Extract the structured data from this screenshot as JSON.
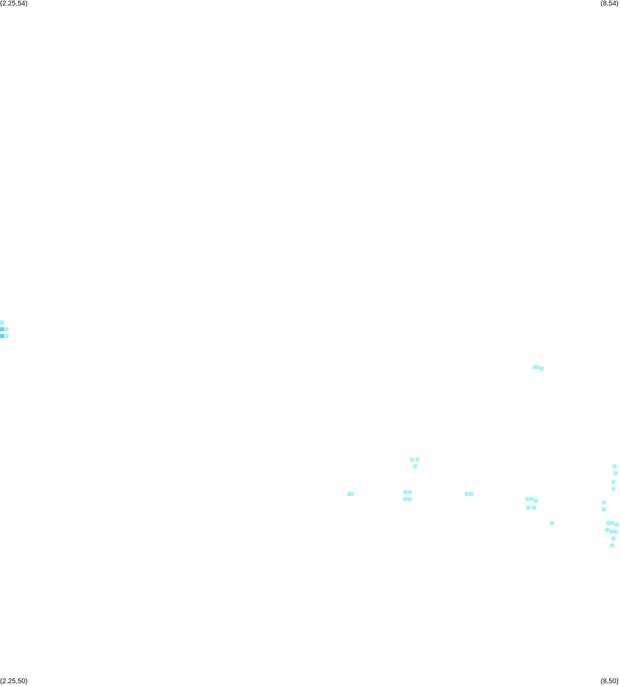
{
  "corners": {
    "top_left": "(2.25,54)",
    "top_right": "(8,54)",
    "bottom_left": "(2.25,50)",
    "bottom_right": "(8,50)"
  },
  "colors": {
    "cell_light": "#a6f3fb",
    "cell_dark": "#62d3ea"
  },
  "chart_data": {
    "type": "heatmap",
    "xlim": [
      2.25,
      8
    ],
    "ylim": [
      50,
      54
    ],
    "points": [
      {
        "x": 2.27,
        "y": 52.12,
        "shade": "light"
      },
      {
        "x": 2.26,
        "y": 52.08,
        "shade": "dark"
      },
      {
        "x": 2.31,
        "y": 52.08,
        "shade": "light"
      },
      {
        "x": 2.26,
        "y": 52.04,
        "shade": "dark"
      },
      {
        "x": 2.31,
        "y": 52.04,
        "shade": "light"
      },
      {
        "x": 7.21,
        "y": 51.86,
        "shade": "light"
      },
      {
        "x": 7.23,
        "y": 51.86,
        "shade": "light"
      },
      {
        "x": 7.27,
        "y": 51.85,
        "shade": "light"
      },
      {
        "x": 5.49,
        "y": 51.12,
        "shade": "light"
      },
      {
        "x": 5.51,
        "y": 51.12,
        "shade": "light"
      },
      {
        "x": 6.01,
        "y": 51.13,
        "shade": "light"
      },
      {
        "x": 6.05,
        "y": 51.13,
        "shade": "light"
      },
      {
        "x": 6.01,
        "y": 51.09,
        "shade": "light"
      },
      {
        "x": 6.05,
        "y": 51.09,
        "shade": "light"
      },
      {
        "x": 6.58,
        "y": 51.12,
        "shade": "light"
      },
      {
        "x": 6.62,
        "y": 51.12,
        "shade": "light"
      },
      {
        "x": 7.14,
        "y": 51.09,
        "shade": "light"
      },
      {
        "x": 7.18,
        "y": 51.09,
        "shade": "light"
      },
      {
        "x": 7.22,
        "y": 51.08,
        "shade": "light"
      },
      {
        "x": 7.15,
        "y": 51.04,
        "shade": "light"
      },
      {
        "x": 7.2,
        "y": 51.04,
        "shade": "light"
      },
      {
        "x": 7.37,
        "y": 50.95,
        "shade": "light"
      },
      {
        "x": 6.07,
        "y": 51.32,
        "shade": "light"
      },
      {
        "x": 6.12,
        "y": 51.32,
        "shade": "light"
      },
      {
        "x": 6.1,
        "y": 51.28,
        "shade": "light"
      },
      {
        "x": 7.95,
        "y": 51.28,
        "shade": "light"
      },
      {
        "x": 7.96,
        "y": 51.24,
        "shade": "light"
      },
      {
        "x": 7.94,
        "y": 51.19,
        "shade": "light"
      },
      {
        "x": 7.94,
        "y": 51.15,
        "shade": "light"
      },
      {
        "x": 7.85,
        "y": 51.07,
        "shade": "light"
      },
      {
        "x": 7.85,
        "y": 51.03,
        "shade": "light"
      },
      {
        "x": 7.89,
        "y": 50.95,
        "shade": "light"
      },
      {
        "x": 7.93,
        "y": 50.95,
        "shade": "light"
      },
      {
        "x": 7.97,
        "y": 50.94,
        "shade": "light"
      },
      {
        "x": 7.88,
        "y": 50.91,
        "shade": "light"
      },
      {
        "x": 7.92,
        "y": 50.9,
        "shade": "light"
      },
      {
        "x": 7.96,
        "y": 50.9,
        "shade": "light"
      },
      {
        "x": 7.94,
        "y": 50.86,
        "shade": "light"
      },
      {
        "x": 7.93,
        "y": 50.82,
        "shade": "light"
      }
    ]
  }
}
